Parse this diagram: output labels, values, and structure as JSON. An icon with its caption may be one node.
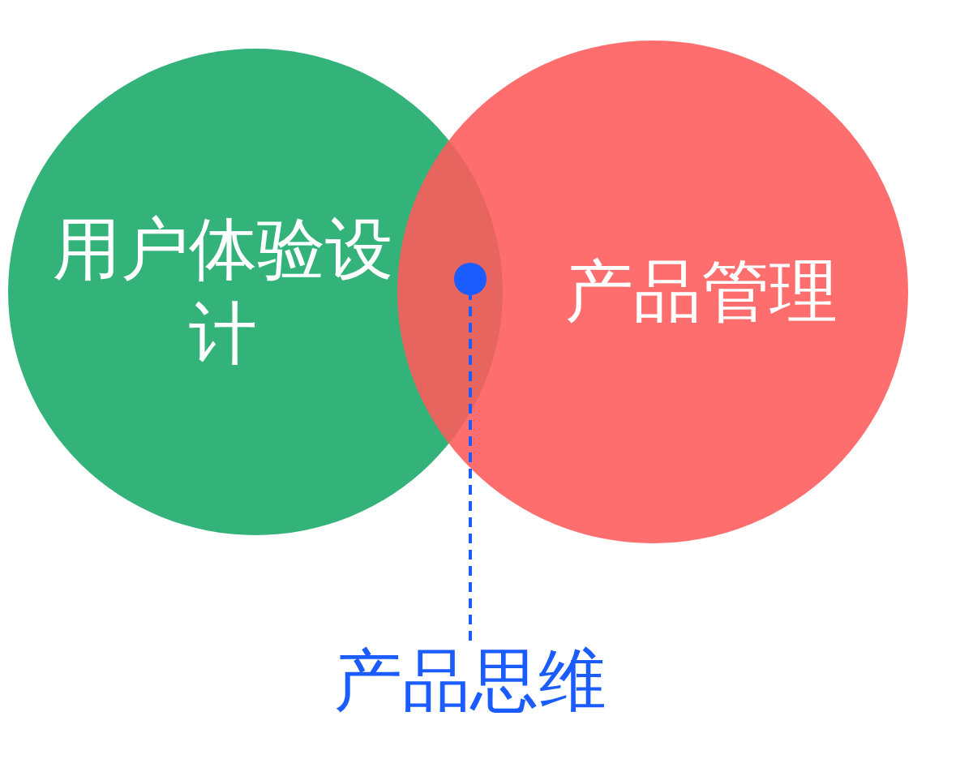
{
  "diagram": {
    "nodes": [
      {
        "text": [
          "用户体验设计"
        ]
      },
      {
        "text": [
          "产品管理"
        ]
      },
      {
        "text": [],
        "shape": "circle"
      },
      {
        "text": [
          "产品思维"
        ]
      }
    ],
    "edges": [
      {
        "from": 3,
        "to": 2,
        "arrow": "none",
        "style": "dashed"
      }
    ]
  }
}
